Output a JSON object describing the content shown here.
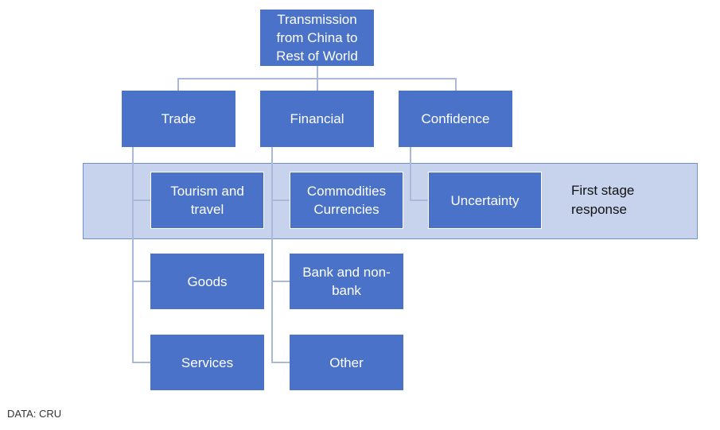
{
  "root": {
    "label": "Transmission\nfrom China to\nRest of World"
  },
  "channels": [
    {
      "label": "Trade"
    },
    {
      "label": "Financial"
    },
    {
      "label": "Confidence"
    }
  ],
  "trade_items": [
    {
      "label": "Tourism and\ntravel"
    },
    {
      "label": "Goods"
    },
    {
      "label": "Services"
    }
  ],
  "financial_items": [
    {
      "label": "Commodities\nCurrencies"
    },
    {
      "label": "Bank and non-\nbank"
    },
    {
      "label": "Other"
    }
  ],
  "confidence_items": [
    {
      "label": "Uncertainty"
    }
  ],
  "band": {
    "label": "First stage\nresponse"
  },
  "source": "DATA: CRU",
  "colors": {
    "box": "#4a72c8",
    "band": "#c7d3ec",
    "connector": "#a9b9db"
  }
}
